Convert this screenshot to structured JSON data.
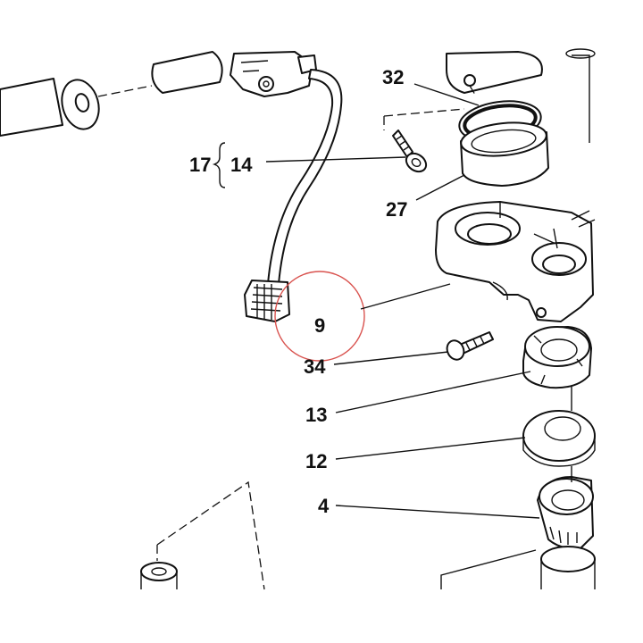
{
  "diagram": {
    "labels": {
      "p32": "32",
      "p17": "17",
      "p14": "14",
      "p27": "27",
      "p9": "9",
      "p34": "34",
      "p13": "13",
      "p12": "12",
      "p4": "4"
    },
    "highlight_color": "#d9534f",
    "line_color": "#111111",
    "background_color": "#ffffff"
  }
}
